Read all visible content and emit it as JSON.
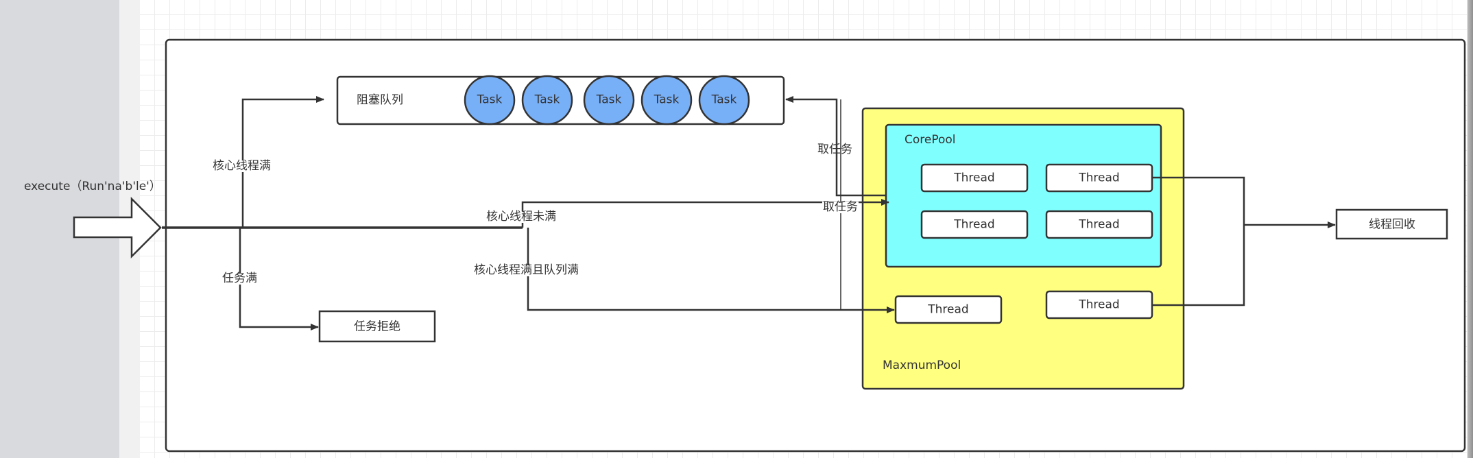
{
  "diagram": {
    "title": "ThreadPoolExecutor execution flow",
    "entry": {
      "label": "execute（Run'na'b'le'）"
    },
    "queue": {
      "label": "阻塞队列",
      "tasks": [
        "Task",
        "Task",
        "Task",
        "Task",
        "Task"
      ]
    },
    "core_pool": {
      "label": "CorePool",
      "threads": [
        "Thread",
        "Thread",
        "Thread",
        "Thread"
      ]
    },
    "max_pool": {
      "label": "MaxmumPool",
      "threads": [
        "Thread",
        "Thread"
      ]
    },
    "reject": {
      "label": "任务拒绝"
    },
    "recycle": {
      "label": "线程回收"
    },
    "edge_labels": {
      "core_full": "核心线程满",
      "task_full": "任务满",
      "core_not_full": "核心线程未满",
      "core_and_queue_full": "核心线程满且队列满",
      "take_task_1": "取任务",
      "take_task_2": "取任务"
    },
    "colors": {
      "task_fill": "#78b0f8",
      "core_pool_fill": "#80ffff",
      "max_pool_fill": "#ffff80",
      "stroke": "#333333"
    }
  }
}
